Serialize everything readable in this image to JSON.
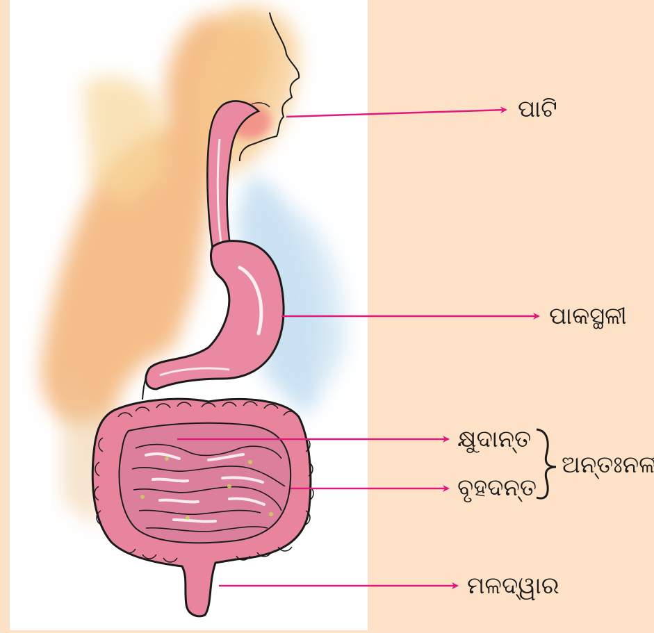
{
  "diagram": {
    "labels": {
      "mouth": "ପାଟି",
      "stomach": "ପାକସ୍ଥଳୀ",
      "small_intestine": "କ୍ଷୁଦାନ୍ତ",
      "large_intestine": "ବୃହଦନ୍ତ",
      "intestine_group": "ଅନ୍ତଃନଳୀ",
      "anus": "ମଳଦ୍ୱାର"
    },
    "colors": {
      "background": "#fde2c8",
      "illustration_panel": "#ffffff",
      "arrow": "#e0197d",
      "body_orange": "#f2a65a",
      "body_blue": "#bcd9ee",
      "organ_pink": "#e9869f",
      "outline": "#1a1a1a"
    }
  }
}
